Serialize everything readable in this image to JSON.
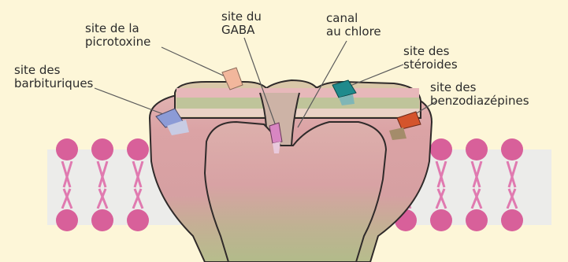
{
  "labels": {
    "barbituriques": "site des\nbarbituriques",
    "picrotoxine": "site de la\npicrotoxine",
    "gaba": "site du\nGABA",
    "canal": "canal\nau chlore",
    "steroides": "site des\nstéroides",
    "benzodiazepines": "site des\nbenzodiazépines"
  },
  "colors": {
    "background": "#fdf6d8",
    "lipid_head": "#d8609a",
    "lipid_tail": "#e07ab0",
    "membrane_band": "#ececea",
    "receptor_pink": "#dca2a6",
    "receptor_green": "#b9bd8c",
    "outline": "#2f2a2a",
    "picrotoxine_site": "#f2b79c",
    "gaba_site": "#d886c2",
    "steroides_site": "#1f8a8c",
    "benzodiazepines_site": "#d4542c",
    "barbituriques_site": "#8c9bd6"
  }
}
